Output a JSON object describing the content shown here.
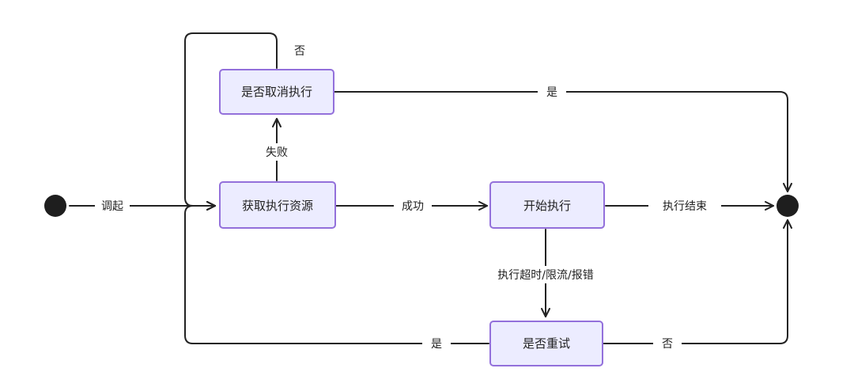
{
  "nodes": {
    "cancel_check": "是否取消执行",
    "acquire_resource": "获取执行资源",
    "start_execution": "开始执行",
    "retry_check": "是否重试"
  },
  "edge_labels": {
    "invoke": "调起",
    "cancel_no": "否",
    "cancel_yes": "是",
    "failure": "失败",
    "success": "成功",
    "execution_end": "执行结束",
    "timeout_error": "执行超时/限流/报错",
    "retry_yes": "是",
    "retry_no": "否"
  },
  "colors": {
    "node_fill": "#ececff",
    "node_border": "#9370db",
    "line": "#222222",
    "dot": "#1e1e1e"
  }
}
